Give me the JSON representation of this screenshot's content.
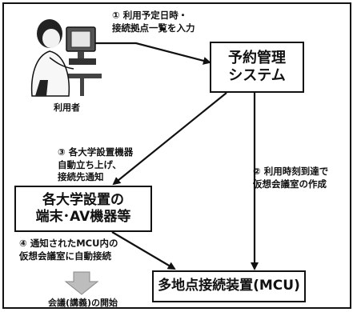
{
  "diagram": {
    "step1": "① 利用予定日時・\n接続拠点一覧を入力",
    "user": "利用者",
    "reservation_system": "予約管理\nシステム",
    "step3": "③ 各大学設置機器\n自動立ち上げ、\n接続先通知",
    "step2": "② 利用時刻到達で\n仮想会議室の作成",
    "terminals": "各大学設置の\n端末･AV機器等",
    "step4": "④ 通知されたMCU内の\n仮想会議室に自動接続",
    "mcu": "多地点接続装置(MCU)",
    "session_start": "会議(講義)の開始"
  }
}
